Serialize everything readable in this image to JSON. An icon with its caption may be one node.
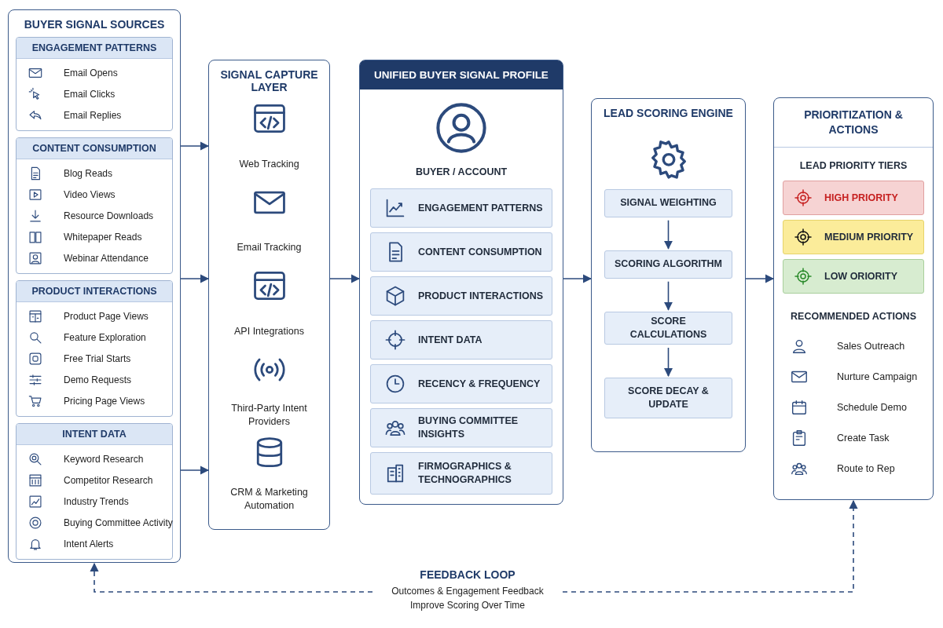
{
  "diagram": {
    "nodes": [
      {
        "text": [
          "BUYER SIGNAL SOURCES"
        ]
      },
      {
        "text": [
          "ENGAGEMENT PATTERNS",
          "Email Opens",
          "Email Clicks",
          "Email Replies"
        ],
        "in": 0
      },
      {
        "text": [
          "CONTENT CONSUMPTION",
          "Blog Reads",
          "Video Views",
          "Resource Downloads",
          "Whitepaper Reads",
          "Webinar Attendance"
        ],
        "in": 0
      },
      {
        "text": [
          "PRODUCT INTERACTIONS",
          "Product Page Views",
          "Feature Exploration",
          "Free Trial Starts",
          "Demo Requests",
          "Pricing Page Views"
        ],
        "in": 0
      },
      {
        "text": [
          "INTENT DATA",
          "Keyword Research",
          "Competitor Research",
          "Industry Trends",
          "Buying Committee Activity",
          "Intent Alerts"
        ],
        "in": 0
      },
      {
        "text": [
          "SIGNAL CAPTURE LAYER",
          "Web Tracking",
          "Email Tracking",
          "API Integrations",
          "Third-Party Intent Providers",
          "CRM & Marketing Automation"
        ]
      },
      {
        "text": [
          "UNIFIED BUYER SIGNAL PROFILE",
          "BUYER / ACCOUNT"
        ]
      },
      {
        "text": [
          "ENGAGEMENT PATTERNS"
        ],
        "in": 6
      },
      {
        "text": [
          "CONTENT CONSUMPTION"
        ],
        "in": 6
      },
      {
        "text": [
          "PRODUCT INTERACTIONS"
        ],
        "in": 6
      },
      {
        "text": [
          "INTENT DATA"
        ],
        "in": 6
      },
      {
        "text": [
          "RECENCY & FREQUENCY"
        ],
        "in": 6
      },
      {
        "text": [
          "BUYING COMMITTEE INSIGHTS"
        ],
        "in": 6
      },
      {
        "text": [
          "FIRMOGRAPHICS & TECHNOGRAPHICS"
        ],
        "in": 6
      },
      {
        "text": [
          "LEAD SCORING ENGINE"
        ]
      },
      {
        "text": [
          "SIGNAL WEIGHTING"
        ],
        "in": 14
      },
      {
        "text": [
          "SCORING ALGORITHM"
        ],
        "in": 14
      },
      {
        "text": [
          "SCORE CALCULATIONS"
        ],
        "in": 14
      },
      {
        "text": [
          "SCORE DECAY & UPDATE"
        ],
        "in": 14
      },
      {
        "text": [
          "PRIORITIZATION & ACTIONS",
          "LEAD PRIORITY TIERS",
          "RECOMMENDED ACTIONS",
          "Sales Outreach",
          "Nurture Campaign",
          "Schedule Demo",
          "Create Task",
          "Route to Rep"
        ]
      },
      {
        "text": [
          "HIGH PRIORITY"
        ],
        "in": 19
      },
      {
        "text": [
          "MEDIUM PRIORITY"
        ],
        "in": 19
      },
      {
        "text": [
          "LOW ORIORITY"
        ],
        "in": 19
      },
      {
        "text": [
          "FEEDBACK LOOP",
          "Outcomes & Engagement Feedback Improve Scoring Over Time"
        ]
      }
    ],
    "edges": [
      {
        "from": 0,
        "to": 5,
        "arrow": "to"
      },
      {
        "from": 0,
        "to": 5,
        "arrow": "to"
      },
      {
        "from": 0,
        "to": 5,
        "arrow": "to"
      },
      {
        "from": 5,
        "to": 6,
        "arrow": "to"
      },
      {
        "from": 6,
        "to": 14,
        "arrow": "to"
      },
      {
        "from": 14,
        "to": 19,
        "arrow": "to"
      },
      {
        "from": 15,
        "to": 16,
        "arrow": "to"
      },
      {
        "from": 16,
        "to": 17,
        "arrow": "to"
      },
      {
        "from": 17,
        "to": 18,
        "arrow": "to"
      },
      {
        "from": 23,
        "to": 0,
        "arrow": "to",
        "style": "dashed"
      },
      {
        "from": 23,
        "to": 19,
        "arrow": "to",
        "style": "dashed"
      }
    ]
  }
}
